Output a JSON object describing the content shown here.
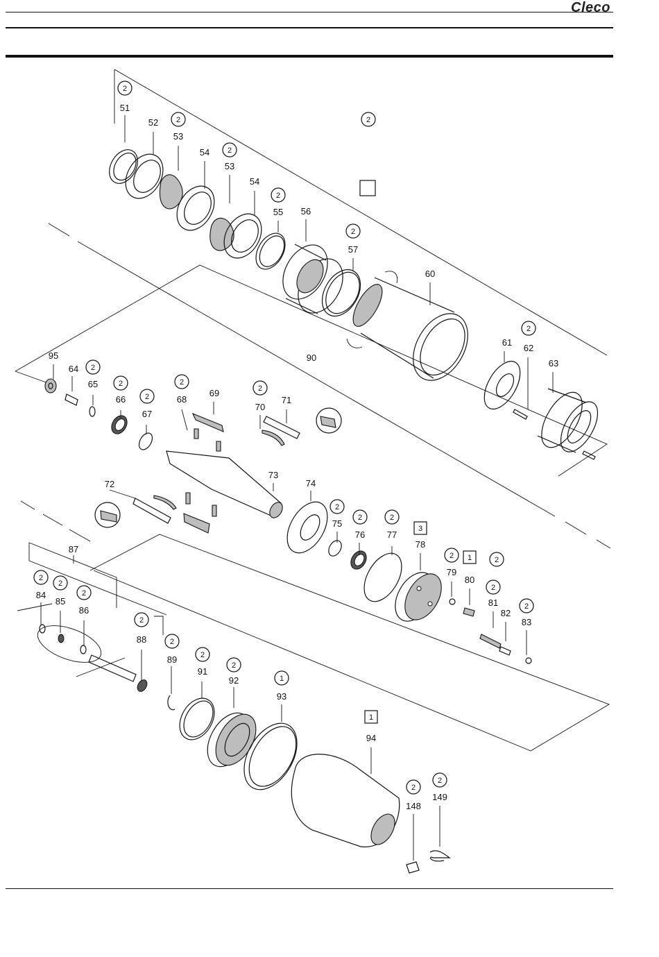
{
  "header": {
    "brand": "Cleco"
  },
  "legend": {
    "circle_badge": "2",
    "square_badge": ""
  },
  "parts": [
    {
      "id": "p51",
      "label": "51",
      "badge": "2",
      "badge_type": "circle"
    },
    {
      "id": "p52",
      "label": "52",
      "badge": "",
      "badge_type": ""
    },
    {
      "id": "p53a",
      "label": "53",
      "badge": "2",
      "badge_type": "circle"
    },
    {
      "id": "p54a",
      "label": "54",
      "badge": "",
      "badge_type": ""
    },
    {
      "id": "p53b",
      "label": "53",
      "badge": "2",
      "badge_type": "circle"
    },
    {
      "id": "p54b",
      "label": "54",
      "badge": "",
      "badge_type": ""
    },
    {
      "id": "p55",
      "label": "55",
      "badge": "2",
      "badge_type": "circle"
    },
    {
      "id": "p56",
      "label": "56",
      "badge": "",
      "badge_type": ""
    },
    {
      "id": "p57",
      "label": "57",
      "badge": "2",
      "badge_type": "circle"
    },
    {
      "id": "p60",
      "label": "60",
      "badge": "",
      "badge_type": ""
    },
    {
      "id": "p61",
      "label": "61",
      "badge": "",
      "badge_type": ""
    },
    {
      "id": "p62",
      "label": "62",
      "badge": "2",
      "badge_type": "circle"
    },
    {
      "id": "p63",
      "label": "63",
      "badge": "",
      "badge_type": ""
    },
    {
      "id": "p90",
      "label": "90",
      "badge": "",
      "badge_type": ""
    },
    {
      "id": "p95",
      "label": "95",
      "badge": "",
      "badge_type": ""
    },
    {
      "id": "p64",
      "label": "64",
      "badge": "",
      "badge_type": ""
    },
    {
      "id": "p65",
      "label": "65",
      "badge": "2",
      "badge_type": "circle"
    },
    {
      "id": "p66",
      "label": "66",
      "badge": "2",
      "badge_type": "circle"
    },
    {
      "id": "p67",
      "label": "67",
      "badge": "2",
      "badge_type": "circle"
    },
    {
      "id": "p68",
      "label": "68",
      "badge": "2",
      "badge_type": "circle"
    },
    {
      "id": "p69",
      "label": "69",
      "badge": "",
      "badge_type": ""
    },
    {
      "id": "p70",
      "label": "70",
      "badge": "2",
      "badge_type": "circle"
    },
    {
      "id": "p71",
      "label": "71",
      "badge": "",
      "badge_type": ""
    },
    {
      "id": "p72",
      "label": "72",
      "badge": "",
      "badge_type": ""
    },
    {
      "id": "p73",
      "label": "73",
      "badge": "",
      "badge_type": ""
    },
    {
      "id": "p74",
      "label": "74",
      "badge": "",
      "badge_type": ""
    },
    {
      "id": "p75",
      "label": "75",
      "badge": "2",
      "badge_type": "circle"
    },
    {
      "id": "p76",
      "label": "76",
      "badge": "2",
      "badge_type": "circle"
    },
    {
      "id": "p77",
      "label": "77",
      "badge": "2",
      "badge_type": "circle"
    },
    {
      "id": "p78",
      "label": "78",
      "badge": "3",
      "badge_type": "square"
    },
    {
      "id": "p79",
      "label": "79",
      "badge": "2",
      "badge_type": "circle"
    },
    {
      "id": "p80",
      "label": "80",
      "badge": "1",
      "badge_type": "square"
    },
    {
      "id": "p80b",
      "label": "",
      "badge": "2",
      "badge_type": "circle"
    },
    {
      "id": "p81",
      "label": "81",
      "badge": "2",
      "badge_type": "circle"
    },
    {
      "id": "p82",
      "label": "82",
      "badge": "",
      "badge_type": ""
    },
    {
      "id": "p83",
      "label": "83",
      "badge": "2",
      "badge_type": "circle"
    },
    {
      "id": "p87",
      "label": "87",
      "badge": "",
      "badge_type": ""
    },
    {
      "id": "p84",
      "label": "84",
      "badge": "2",
      "badge_type": "circle"
    },
    {
      "id": "p85",
      "label": "85",
      "badge": "2",
      "badge_type": "circle"
    },
    {
      "id": "p86",
      "label": "86",
      "badge": "2",
      "badge_type": "circle"
    },
    {
      "id": "p88",
      "label": "88",
      "badge": "2",
      "badge_type": "circle"
    },
    {
      "id": "p89",
      "label": "89",
      "badge": "2",
      "badge_type": "circle"
    },
    {
      "id": "p91",
      "label": "91",
      "badge": "2",
      "badge_type": "circle"
    },
    {
      "id": "p92",
      "label": "92",
      "badge": "2",
      "badge_type": "circle"
    },
    {
      "id": "p93",
      "label": "93",
      "badge": "1",
      "badge_type": "circle"
    },
    {
      "id": "p94",
      "label": "94",
      "badge": "1",
      "badge_type": "square"
    },
    {
      "id": "p148",
      "label": "148",
      "badge": "2",
      "badge_type": "circle"
    },
    {
      "id": "p149",
      "label": "149",
      "badge": "2",
      "badge_type": "circle"
    }
  ]
}
